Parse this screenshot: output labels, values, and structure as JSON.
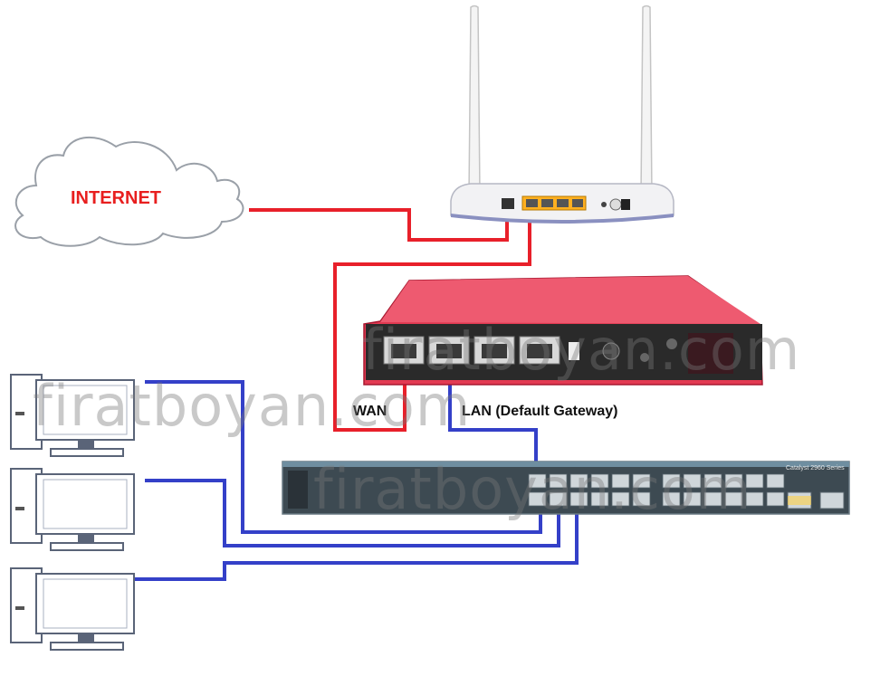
{
  "internet_label": "INTERNET",
  "wan_label": "WAN",
  "lan_label": "LAN (Default Gateway)",
  "watermark": "firatboyan.com",
  "switch_brand": "Catalyst 2960 Series",
  "colors": {
    "wan_cable": "#e8202a",
    "lan_cable": "#3440c8",
    "firewall_body": "#e23a52",
    "router_body": "#f2f2f4",
    "switch_body": "#3d4a52",
    "internet_text": "#e81f1f"
  }
}
